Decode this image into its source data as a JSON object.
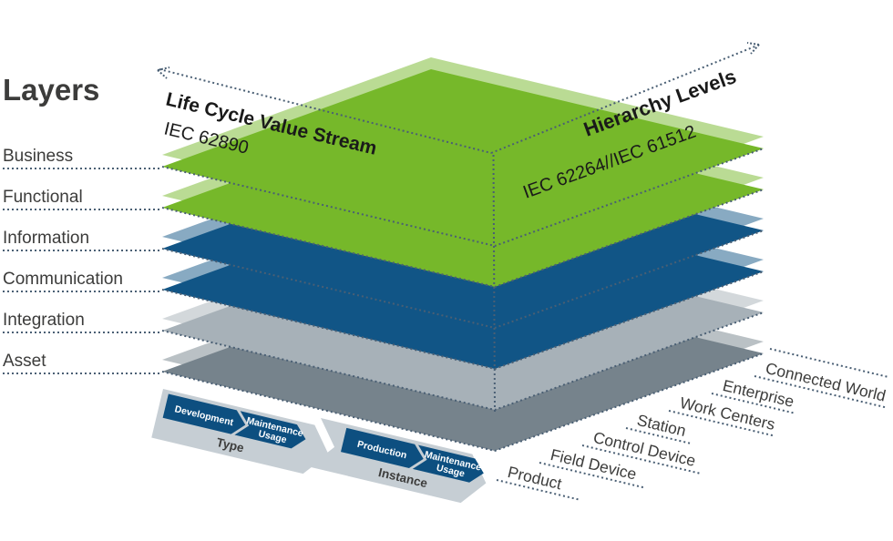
{
  "heading": "Layers",
  "axes": {
    "lifecycle": {
      "title": "Life Cycle Value Stream",
      "standard": "IEC 62890"
    },
    "hierarchy": {
      "title": "Hierarchy Levels",
      "standard": "IEC 62264//IEC 61512"
    }
  },
  "layers": [
    {
      "label": "Business",
      "color": "#76b82a"
    },
    {
      "label": "Functional",
      "color": "#76b82a"
    },
    {
      "label": "Information",
      "color": "#115586"
    },
    {
      "label": "Communication",
      "color": "#115586"
    },
    {
      "label": "Integration",
      "color": "#a7b1b8"
    },
    {
      "label": "Asset",
      "color": "#76838c"
    }
  ],
  "hierarchy_levels": [
    "Product",
    "Field Device",
    "Control Device",
    "Station",
    "Work Centers",
    "Enterprise",
    "Connected World"
  ],
  "lifecycle_phases": [
    {
      "label": "Type",
      "steps": [
        "Development",
        "Maintenance Usage"
      ]
    },
    {
      "label": "Instance",
      "steps": [
        "Production",
        "Maintenance Usage"
      ]
    }
  ],
  "colors": {
    "text": "#3c3c3b",
    "dots": "#4a5f74",
    "phase_container": "#c6ced4",
    "phase_step": "#0d4f80",
    "step_text": "#ffffff"
  }
}
